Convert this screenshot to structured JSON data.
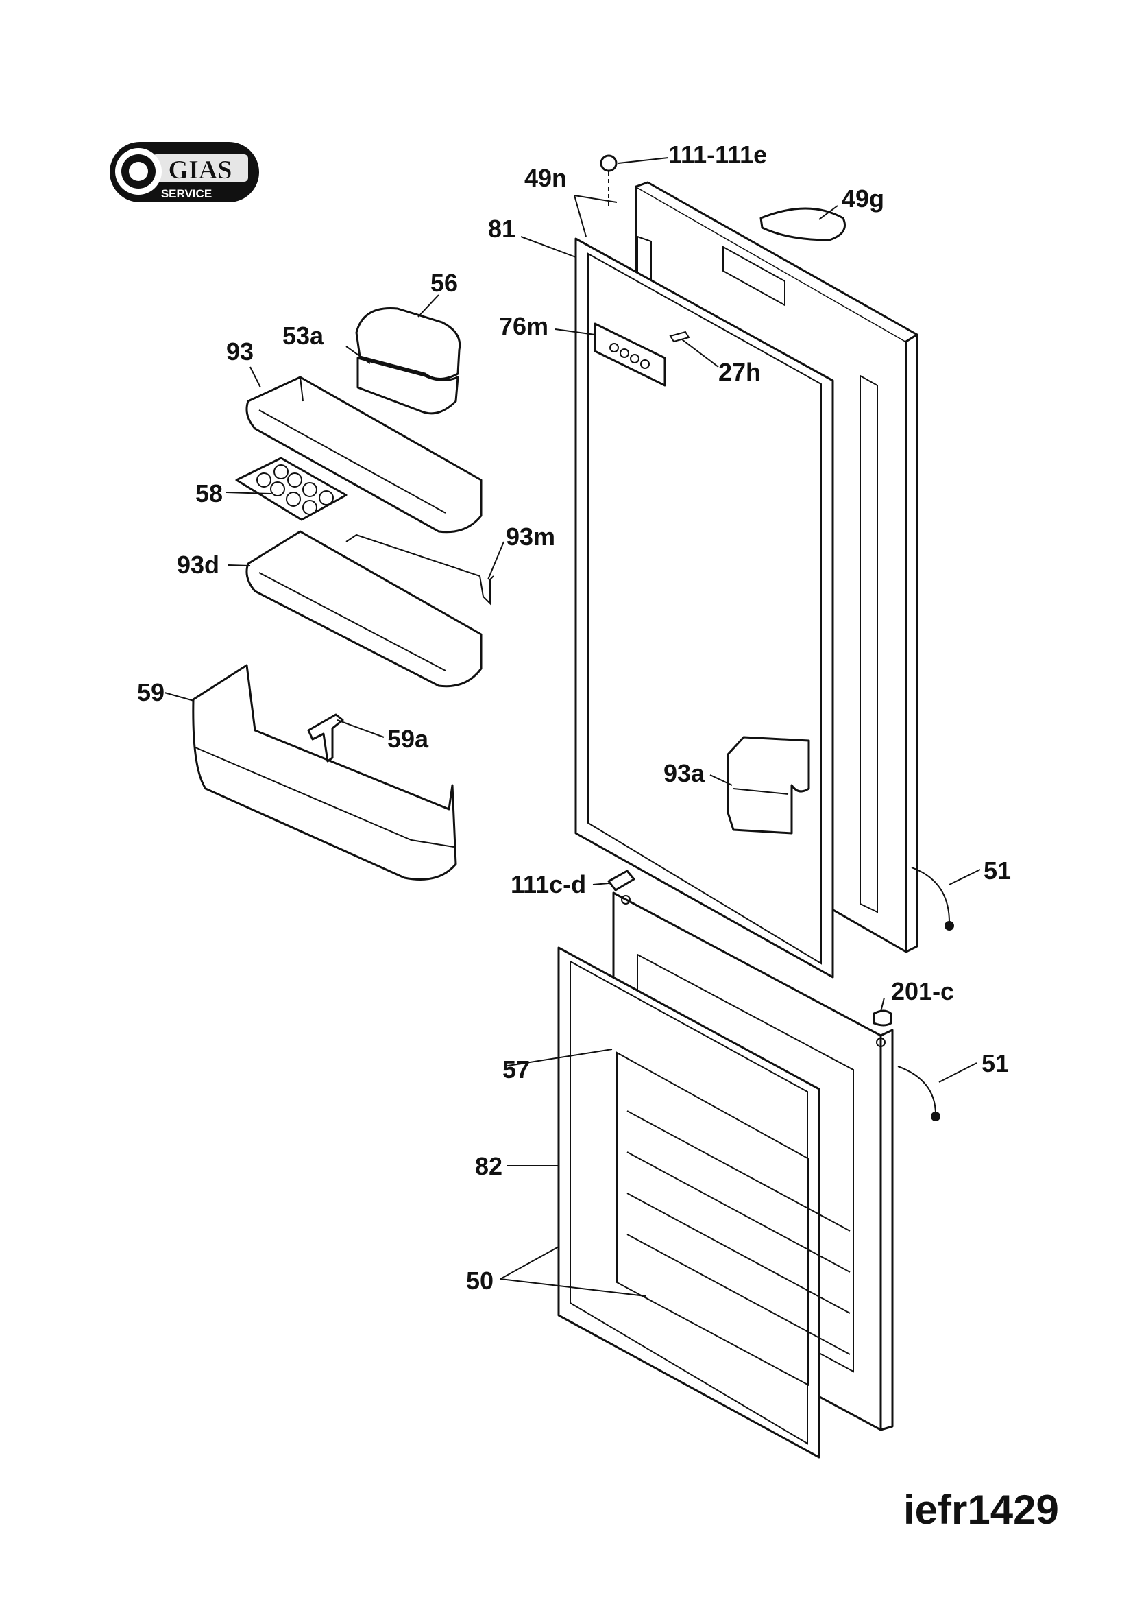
{
  "logo": {
    "brand": "GIAS",
    "tagline": "SERVICE"
  },
  "drawing_code": "iefr1429",
  "labels": {
    "p111": "111-111e",
    "p49n": "49n",
    "p49g": "49g",
    "p81": "81",
    "p56": "56",
    "p53a": "53a",
    "p93": "93",
    "p76m": "76m",
    "p27h": "27h",
    "p58": "58",
    "p93m": "93m",
    "p93d": "93d",
    "p59": "59",
    "p59a": "59a",
    "p93a": "93a",
    "p51a": "51",
    "p111cd": "111c-d",
    "p201c": "201-c",
    "p51b": "51",
    "p57": "57",
    "p82": "82",
    "p50": "50"
  }
}
